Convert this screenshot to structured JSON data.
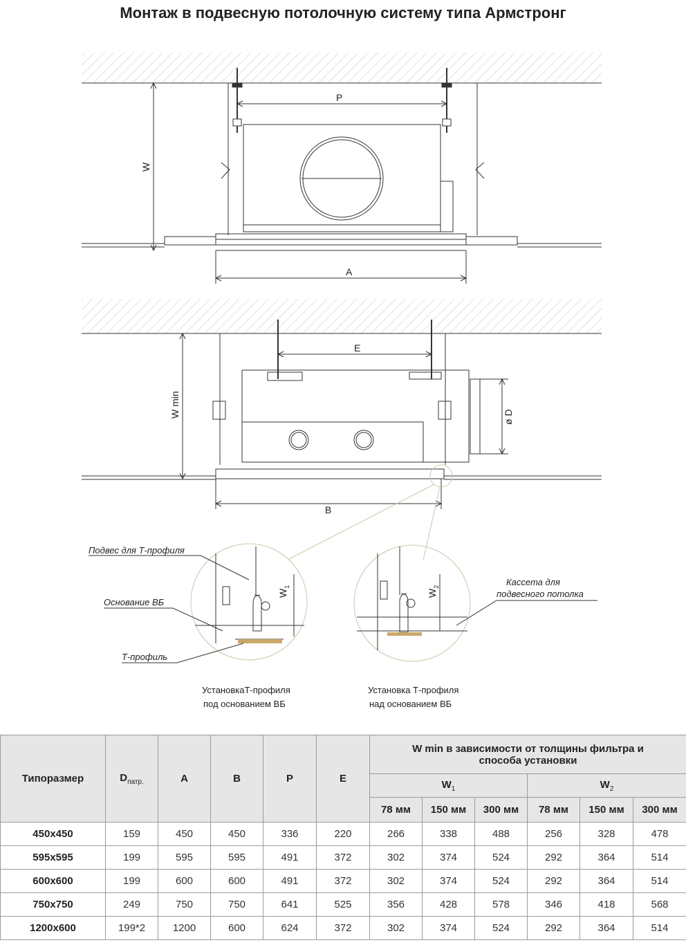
{
  "title": "Монтаж в подвесную потолочную систему типа Армстронг",
  "dimensions": {
    "P": "P",
    "W": "W",
    "A": "A",
    "E": "E",
    "Wmin": "W min",
    "D": "ø D",
    "B": "B",
    "W1_main": "W",
    "W1_sub": "1",
    "W2_main": "W",
    "W2_sub": "2"
  },
  "callouts": {
    "hanger": "Подвес для Т-профиля",
    "base": "Основание ВБ",
    "tprofile": "Т-профиль",
    "cassette_line1": "Кассета для",
    "cassette_line2": "подвесного потолка"
  },
  "captions": {
    "left_line1": "УстановкаТ-профиля",
    "left_line2": "под основанием ВБ",
    "right_line1": "Установка Т-профиля",
    "right_line2": "над основанием ВБ"
  },
  "table": {
    "h_size": "Типоразмер",
    "h_d_main": "D",
    "h_d_sub": "патр.",
    "h_a": "A",
    "h_b": "B",
    "h_p": "P",
    "h_e": "E",
    "h_wmin": "W min в зависимости от толщины фильтра и способа установки",
    "h_w1_main": "W",
    "h_w1_sub": "1",
    "h_w2_main": "W",
    "h_w2_sub": "2",
    "h_t1": "78 мм",
    "h_t2": "150 мм",
    "h_t3": "300 мм",
    "h_t4": "78 мм",
    "h_t5": "150 мм",
    "h_t6": "300 мм",
    "rows": [
      [
        "450x450",
        "159",
        "450",
        "450",
        "336",
        "220",
        "266",
        "338",
        "488",
        "256",
        "328",
        "478"
      ],
      [
        "595x595",
        "199",
        "595",
        "595",
        "491",
        "372",
        "302",
        "374",
        "524",
        "292",
        "364",
        "514"
      ],
      [
        "600x600",
        "199",
        "600",
        "600",
        "491",
        "372",
        "302",
        "374",
        "524",
        "292",
        "364",
        "514"
      ],
      [
        "750x750",
        "249",
        "750",
        "750",
        "641",
        "525",
        "356",
        "428",
        "578",
        "346",
        "418",
        "568"
      ],
      [
        "1200x600",
        "199*2",
        "1200",
        "600",
        "624",
        "372",
        "302",
        "374",
        "524",
        "292",
        "364",
        "514"
      ]
    ]
  },
  "colors": {
    "line": "#333333",
    "hatch": "#bdbdbd",
    "detail_circle": "#c8c8a8",
    "header_bg": "#e6e6e6"
  }
}
